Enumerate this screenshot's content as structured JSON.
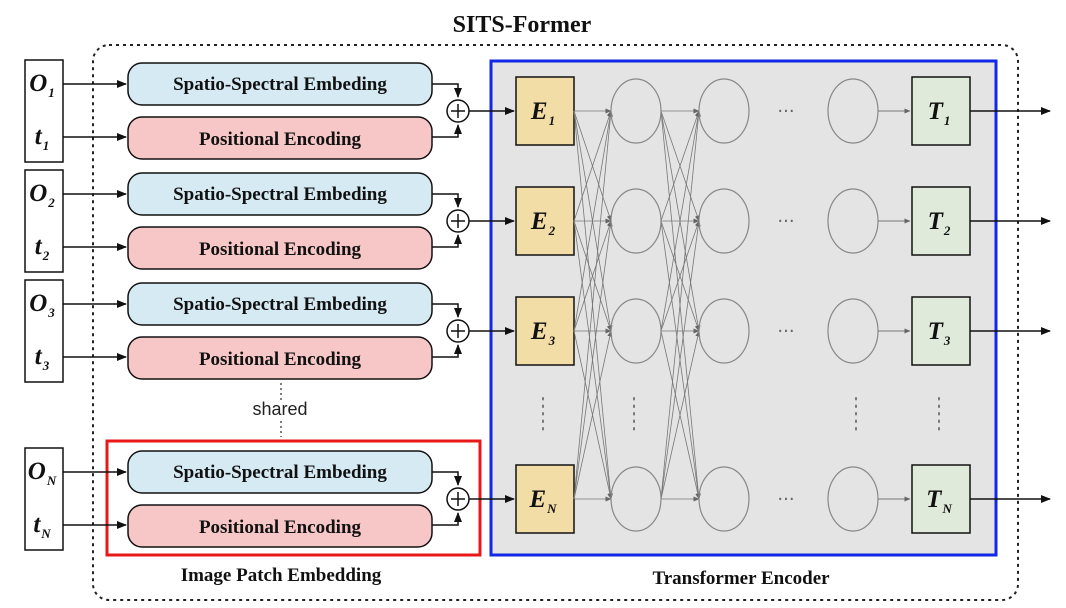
{
  "title": "SITS-Former",
  "sections": {
    "embedding_caption": "Image Patch Embedding",
    "encoder_caption": "Transformer Encoder"
  },
  "shared_label": "shared",
  "ellipsis": "···",
  "inputs": [
    {
      "obs_main": "O",
      "obs_sub": "1",
      "time_main": "t",
      "time_sub": "1"
    },
    {
      "obs_main": "O",
      "obs_sub": "2",
      "time_main": "t",
      "time_sub": "2"
    },
    {
      "obs_main": "O",
      "obs_sub": "3",
      "time_main": "t",
      "time_sub": "3"
    },
    {
      "obs_main": "O",
      "obs_sub": "N",
      "time_main": "t",
      "time_sub": "N"
    }
  ],
  "embedding_blocks": {
    "spectral_label": "Spatio-Spectral Embeding",
    "positional_label": "Positional Encoding"
  },
  "encoder_inputs": [
    {
      "main": "E",
      "sub": "1"
    },
    {
      "main": "E",
      "sub": "2"
    },
    {
      "main": "E",
      "sub": "3"
    },
    {
      "main": "E",
      "sub": "N"
    }
  ],
  "encoder_outputs": [
    {
      "main": "T",
      "sub": "1"
    },
    {
      "main": "T",
      "sub": "2"
    },
    {
      "main": "T",
      "sub": "3"
    },
    {
      "main": "T",
      "sub": "N"
    }
  ],
  "colors": {
    "spectral_fill": "#d6eaf4",
    "positional_fill": "#f7c6c6",
    "e_fill": "#f3dda6",
    "t_fill": "#e0eadb",
    "encoder_fill": "#e4e4e4",
    "encoder_border": "#1228e6",
    "highlight_border": "#e81818"
  }
}
